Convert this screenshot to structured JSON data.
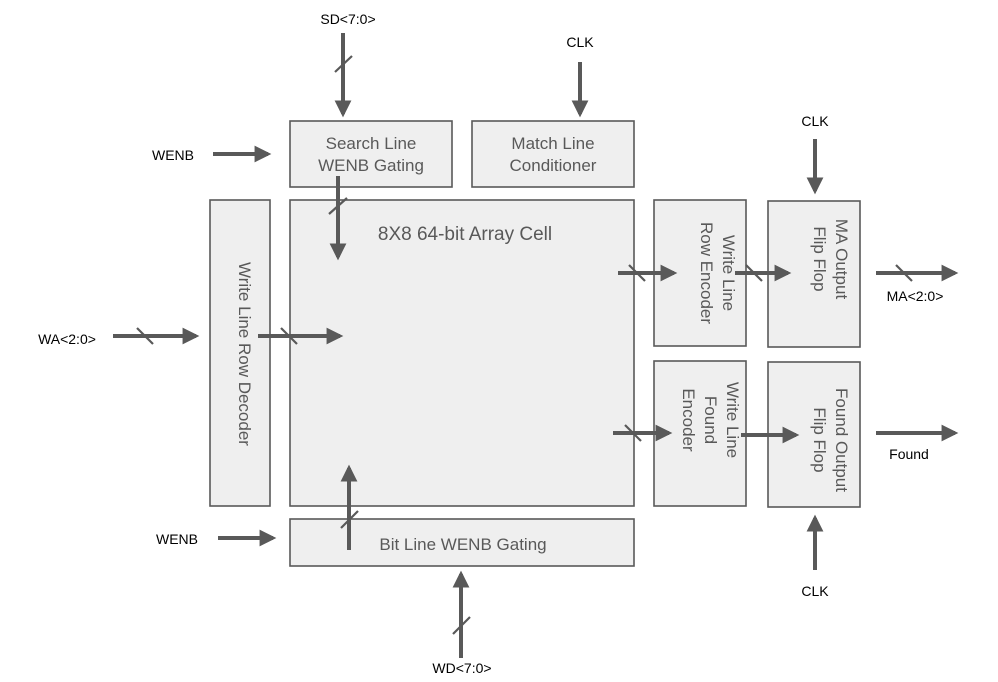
{
  "blocks": {
    "search_gating": [
      "Search Line",
      "WENB Gating"
    ],
    "match_conditioner": [
      "Match Line",
      "Conditioner"
    ],
    "array_cell": "8X8 64-bit Array Cell",
    "row_decoder": "Write Line Row Decoder",
    "row_encoder": [
      "Write Line",
      "Row Encoder"
    ],
    "found_encoder": [
      "Write Line",
      "Found",
      "Encoder"
    ],
    "ma_flipflop": [
      "MA Output",
      "Flip Flop"
    ],
    "found_flipflop": [
      "Found Output",
      "Flip Flop"
    ],
    "bitline_gating": "Bit Line WENB Gating"
  },
  "signals": {
    "sd": "SD<7:0>",
    "clk_top": "CLK",
    "clk_ma": "CLK",
    "clk_found": "CLK",
    "wenb_top": "WENB",
    "wenb_bottom": "WENB",
    "wa": "WA<2:0>",
    "wd": "WD<7:0>",
    "ma": "MA<2:0>",
    "found": "Found"
  },
  "colors": {
    "stroke": "#595959",
    "fill": "#efefef",
    "label_text": "#595959",
    "signal_text": "#000000"
  }
}
